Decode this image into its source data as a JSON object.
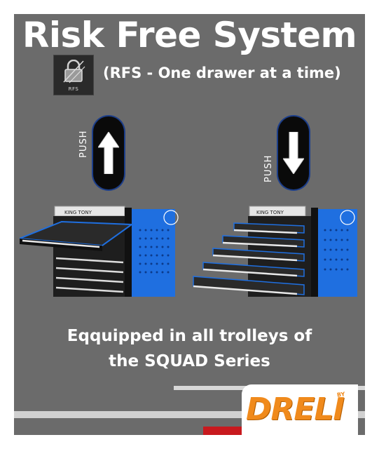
{
  "header": {
    "title": "Risk Free System",
    "subtitle": "(RFS - One drawer at a time)"
  },
  "badge": {
    "label": "RFS",
    "icon": "padlock-icon"
  },
  "left_panel": {
    "push_label": "PUSH",
    "arrow": "arrow-up-icon",
    "brand_plate": "KING TONY"
  },
  "right_panel": {
    "push_label": "PUSH",
    "arrow": "arrow-down-icon",
    "brand_plate": "KING TONY"
  },
  "tagline": {
    "line1": "Eqquipped in all trolleys of",
    "line2": "the SQUAD Series"
  },
  "logo": {
    "text": "DRELI",
    "by": "BY"
  },
  "colors": {
    "background": "#6b6b6b",
    "trolley_blue": "#1f6fe0",
    "logo_orange": "#f08a1c",
    "stripe_red": "#c8191e"
  }
}
